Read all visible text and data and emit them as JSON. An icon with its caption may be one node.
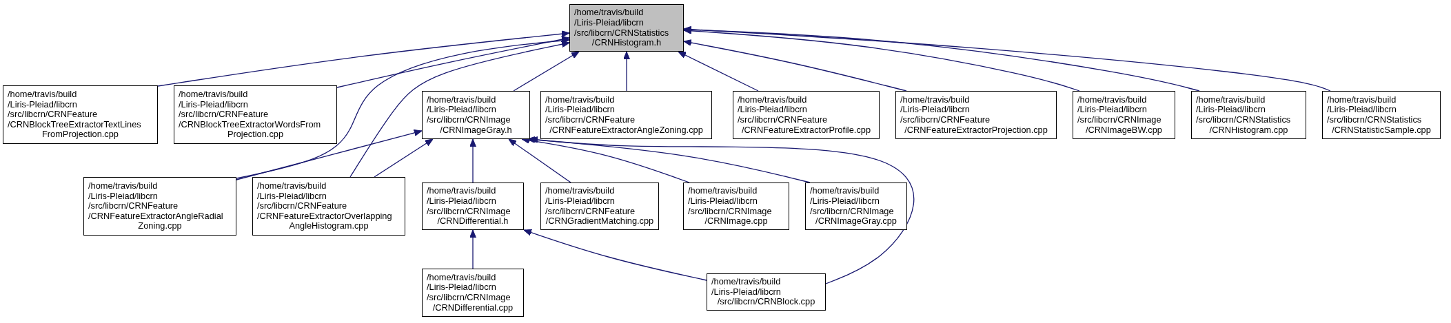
{
  "diagram": {
    "nodes": [
      {
        "text": [
          "/home/travis/build /Liris-Pleiad/libcrn /src/libcrn/CRNStatistics /CRNHistogram.h"
        ]
      },
      {
        "text": [
          "/home/travis/build /Liris-Pleiad/libcrn /src/libcrn/CRNFeature /CRNBlockTreeExtractorTextLines FromProjection.cpp"
        ]
      },
      {
        "text": [
          "/home/travis/build /Liris-Pleiad/libcrn /src/libcrn/CRNFeature /CRNBlockTreeExtractorWordsFrom Projection.cpp"
        ]
      },
      {
        "text": [
          "/home/travis/build /Liris-Pleiad/libcrn /src/libcrn/CRNImage /CRNImageGray.h"
        ]
      },
      {
        "text": [
          "/home/travis/build /Liris-Pleiad/libcrn /src/libcrn/CRNFeature /CRNFeatureExtractorAngleZoning.cpp"
        ]
      },
      {
        "text": [
          "/home/travis/build /Liris-Pleiad/libcrn /src/libcrn/CRNFeature /CRNFeatureExtractorProfile.cpp"
        ]
      },
      {
        "text": [
          "/home/travis/build /Liris-Pleiad/libcrn /src/libcrn/CRNFeature /CRNFeatureExtractorProjection.cpp"
        ]
      },
      {
        "text": [
          "/home/travis/build /Liris-Pleiad/libcrn /src/libcrn/CRNImage /CRNImageBW.cpp"
        ]
      },
      {
        "text": [
          "/home/travis/build /Liris-Pleiad/libcrn /src/libcrn/CRNStatistics /CRNHistogram.cpp"
        ]
      },
      {
        "text": [
          "/home/travis/build /Liris-Pleiad/libcrn /src/libcrn/CRNStatistics /CRNStatisticSample.cpp"
        ]
      },
      {
        "text": [
          "/home/travis/build /Liris-Pleiad/libcrn /src/libcrn/CRNFeature /CRNFeatureExtractorAngleRadial Zoning.cpp"
        ]
      },
      {
        "text": [
          "/home/travis/build /Liris-Pleiad/libcrn /src/libcrn/CRNFeature /CRNFeatureExtractorOverlapping AngleHistogram.cpp"
        ]
      },
      {
        "text": [
          "/home/travis/build /Liris-Pleiad/libcrn /src/libcrn/CRNImage /CRNDifferential.h"
        ]
      },
      {
        "text": [
          "/home/travis/build /Liris-Pleiad/libcrn /src/libcrn/CRNFeature /CRNGradientMatching.cpp"
        ]
      },
      {
        "text": [
          "/home/travis/build /Liris-Pleiad/libcrn /src/libcrn/CRNImage /CRNImage.cpp"
        ]
      },
      {
        "text": [
          "/home/travis/build /Liris-Pleiad/libcrn /src/libcrn/CRNImage /CRNImageGray.cpp"
        ]
      },
      {
        "text": [
          "/home/travis/build /Liris-Pleiad/libcrn /src/libcrn/CRNImage /CRNDifferential.cpp"
        ]
      },
      {
        "text": [
          "/home/travis/build /Liris-Pleiad/libcrn /src/libcrn/CRNBlock.cpp"
        ]
      }
    ],
    "edges": [
      {
        "from": 1,
        "to": 0,
        "arrow": "to"
      },
      {
        "from": 2,
        "to": 0,
        "arrow": "to"
      },
      {
        "from": 10,
        "to": 0,
        "arrow": "to"
      },
      {
        "from": 11,
        "to": 0,
        "arrow": "to"
      },
      {
        "from": 3,
        "to": 0,
        "arrow": "to"
      },
      {
        "from": 4,
        "to": 0,
        "arrow": "to"
      },
      {
        "from": 5,
        "to": 0,
        "arrow": "to"
      },
      {
        "from": 6,
        "to": 0,
        "arrow": "to"
      },
      {
        "from": 7,
        "to": 0,
        "arrow": "to"
      },
      {
        "from": 8,
        "to": 0,
        "arrow": "to"
      },
      {
        "from": 9,
        "to": 0,
        "arrow": "to"
      },
      {
        "from": 10,
        "to": 3,
        "arrow": "to"
      },
      {
        "from": 11,
        "to": 3,
        "arrow": "to"
      },
      {
        "from": 12,
        "to": 3,
        "arrow": "to"
      },
      {
        "from": 13,
        "to": 3,
        "arrow": "to"
      },
      {
        "from": 14,
        "to": 3,
        "arrow": "to"
      },
      {
        "from": 15,
        "to": 3,
        "arrow": "to"
      },
      {
        "from": 17,
        "to": 3,
        "arrow": "to"
      },
      {
        "from": 16,
        "to": 12,
        "arrow": "to"
      },
      {
        "from": 17,
        "to": 12,
        "arrow": "to"
      }
    ]
  }
}
